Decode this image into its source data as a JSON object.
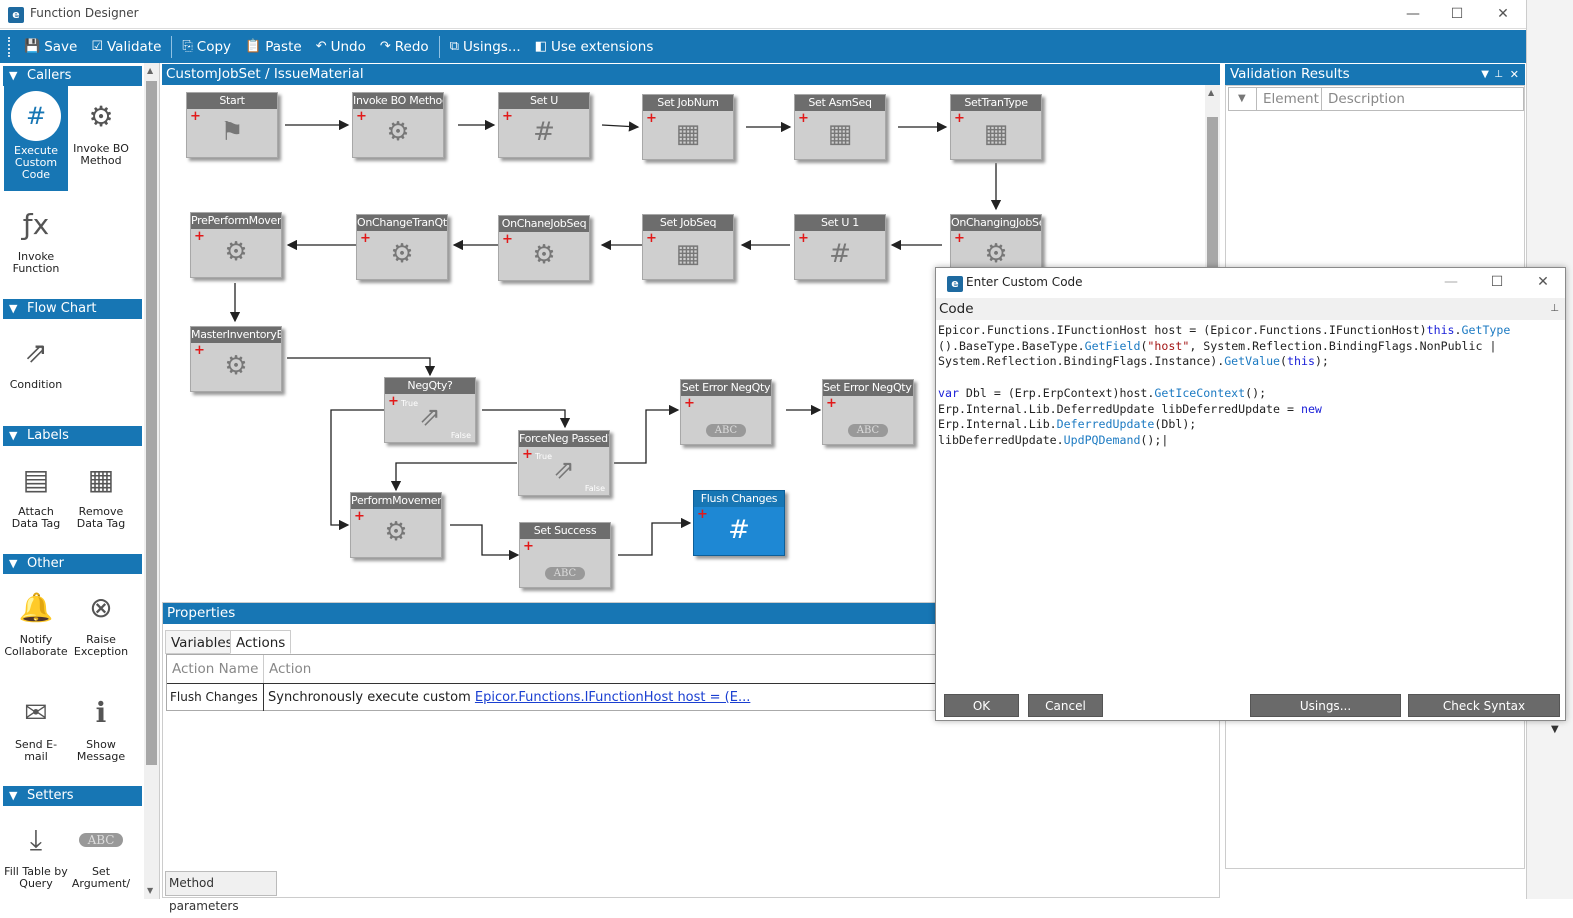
{
  "window": {
    "title": "Function Designer",
    "icon": "epicor-app-icon"
  },
  "toolbar": {
    "save": "Save",
    "validate": "Validate",
    "copy": "Copy",
    "paste": "Paste",
    "undo": "Undo",
    "redo": "Redo",
    "usings": "Usings...",
    "use_extensions": "Use extensions"
  },
  "toolbox": {
    "callers": {
      "title": "Callers",
      "execute_custom_code": "Execute Custom Code",
      "invoke_bo_method": "Invoke BO Method",
      "invoke_function": "Invoke Function"
    },
    "flowchart": {
      "title": "Flow Chart",
      "condition": "Condition"
    },
    "labels": {
      "title": "Labels",
      "attach_data_tag": "Attach Data Tag",
      "remove_data_tag": "Remove Data Tag"
    },
    "other": {
      "title": "Other",
      "notify_collaborate": "Notify Collaborate",
      "raise_exception": "Raise Exception",
      "send_email": "Send E-mail",
      "show_message": "Show Message"
    },
    "setters": {
      "title": "Setters",
      "fill_table_by_query": "Fill Table by Query",
      "set_argument": "Set Argument/"
    }
  },
  "designer": {
    "breadcrumb": "CustomJobSet / IssueMaterial",
    "nodes": {
      "start": "Start",
      "invoke_bo_method": "Invoke BO Method",
      "set_u": "Set U",
      "set_jobnum": "Set JobNum",
      "set_asmseq": "Set AsmSeq",
      "settrantype": "SetTranType",
      "preperformmovem": "PrePerformMovem",
      "onchangetranqty": "OnChangeTranQty",
      "onchanejobseq": "OnChaneJobSeq",
      "set_jobseq": "Set JobSeq",
      "set_u1": "Set U 1",
      "onchangingjobse": "OnChangingJobSe",
      "masterinventorybi": "MasterInventoryBi",
      "negqty": "NegQty?",
      "forceneg_passed": "ForceNeg Passed?",
      "set_error_negqty": "Set Error NegQty",
      "set_error_negqty_m": "Set Error NegQty M",
      "performmovement": "PerformMovement",
      "set_success": "Set Success",
      "flush_changes": "Flush Changes"
    },
    "true_label": "True",
    "false_label": "False",
    "abc_label": "ABC"
  },
  "properties": {
    "title": "Properties",
    "tabs": [
      "Variables",
      "Actions"
    ],
    "columns": [
      "Action Name",
      "Action"
    ],
    "row": {
      "name": "Flush Changes",
      "action_prefix": "Synchronously execute custom",
      "action_link": "Epicor.Functions.IFunctionHost host = (E..."
    },
    "bottom_tab": "Method parameters"
  },
  "validation": {
    "title": "Validation Results",
    "columns": [
      "Element",
      "Description"
    ]
  },
  "dialog": {
    "title": "Enter Custom Code",
    "code_header": "Code",
    "buttons": {
      "ok": "OK",
      "cancel": "Cancel",
      "usings": "Usings...",
      "check_syntax": "Check Syntax"
    }
  },
  "colors": {
    "accent": "#1776b4",
    "node": "#cfcfcf",
    "node_header": "#6d6d6d",
    "selected_node": "#1e88d4",
    "plus": "#e21919"
  }
}
